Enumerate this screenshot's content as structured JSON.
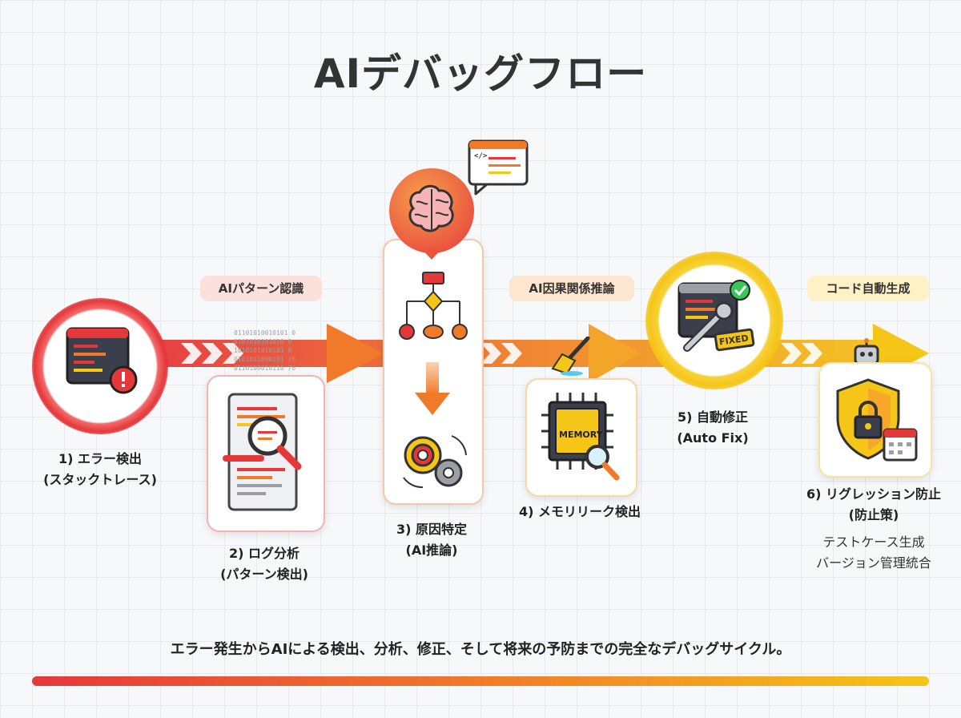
{
  "title": "AIデバッグフロー",
  "pills": {
    "pattern": "AIパターン認識",
    "causal": "AI因果関係推論",
    "codegen": "コード自動生成"
  },
  "steps": [
    {
      "line1": "1) エラー検出",
      "line2": "(スタックトレース)"
    },
    {
      "line1": "2) ログ分析",
      "line2": "(パターン検出)"
    },
    {
      "line1": "3) 原因特定",
      "line2": "(AI推論)"
    },
    {
      "line1": "4) メモリリーク検出",
      "line2": ""
    },
    {
      "line1": "5) 自動修正",
      "line2": "(Auto Fix)"
    },
    {
      "line1": "6) リグレッション防止",
      "line2": "(防止策)"
    }
  ],
  "step6_notes": [
    "テストケース生成",
    "バージョン管理統合"
  ],
  "icon_text": {
    "binary_lines": [
      "01101010010101 0",
      "0101010101010 0",
      "1010101010101 0",
      "0101011000101 76",
      "0110100010110 76"
    ],
    "memory_chip": "MEMORY",
    "fixed_stamp": "FIXED",
    "code_tag": "</>"
  },
  "caption": "エラー発生からAIによる検出、分析、修正、そして将来の予防までの完全なデバッグサイクル。",
  "colors": {
    "red": "#e5383b",
    "orange": "#f07a2a",
    "yellow": "#f5c518",
    "pink_pill": "#fbe0dc",
    "orange_pill": "#fde6cf",
    "yellow_pill": "#fdf1c5"
  }
}
